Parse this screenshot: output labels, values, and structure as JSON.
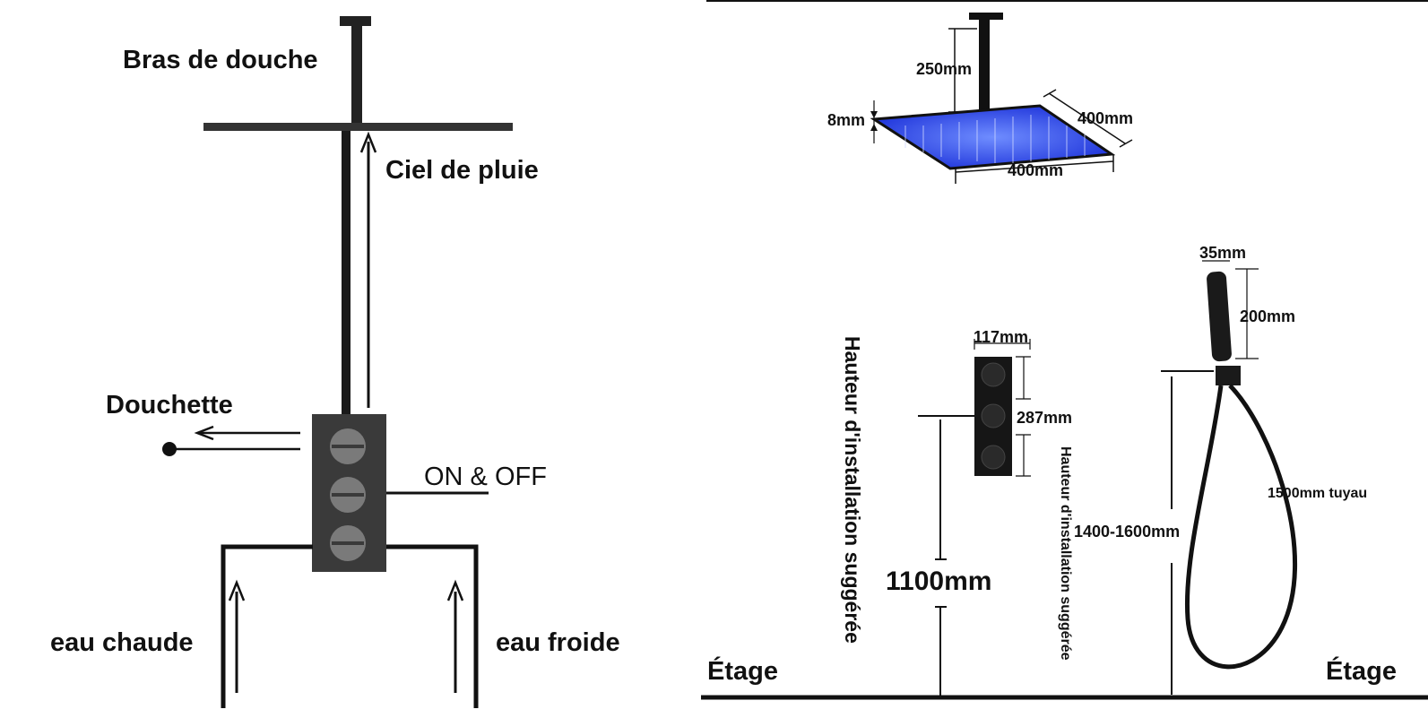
{
  "left_diagram": {
    "labels": {
      "shower_arm": "Bras de douche",
      "rain_sky": "Ciel de pluie",
      "hand_shower": "Douchette",
      "on_off": "ON & OFF",
      "hot_water": "eau chaude",
      "cold_water": "eau froide"
    }
  },
  "right_diagram": {
    "dimensions": {
      "arm_length": "250mm",
      "head_thickness": "8mm",
      "head_depth": "400mm",
      "head_width": "400mm",
      "handle_width": "35mm",
      "handle_length": "200mm",
      "valve_width": "117mm",
      "valve_height": "287mm",
      "valve_install_height": "1100mm",
      "holder_install_height": "1400-1600mm",
      "hose_length": "1500mm tuyau"
    },
    "labels": {
      "suggested_height_1": "Hauteur d'installation suggérée",
      "suggested_height_2": "Hauteur d'installation suggérée",
      "floor_left": "Étage",
      "floor_right": "Étage"
    }
  },
  "colors": {
    "ink": "#111111",
    "valve_body": "#3a3a3a",
    "knob": "#7a7a7a",
    "led_blue": "#2d4fff",
    "pipe": "#1a1a1a"
  }
}
